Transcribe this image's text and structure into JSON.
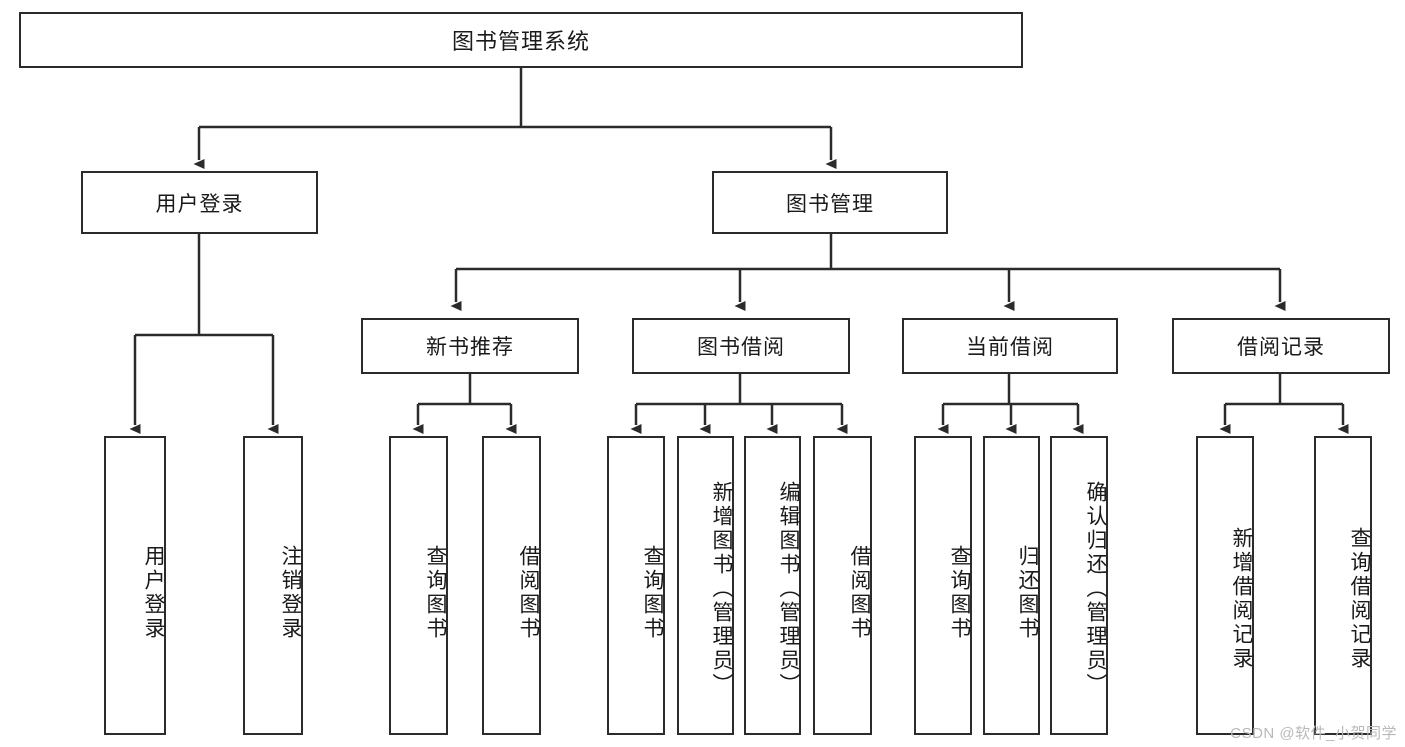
{
  "diagram": {
    "type": "hierarchy-tree",
    "title": "图书管理系统",
    "root": {
      "id": "root",
      "label": "图书管理系统"
    },
    "level1": [
      {
        "id": "user-login",
        "label": "用户登录"
      },
      {
        "id": "book-manage",
        "label": "图书管理"
      }
    ],
    "level2": [
      {
        "id": "new-book-recommend",
        "label": "新书推荐",
        "parent": "book-manage"
      },
      {
        "id": "book-borrow",
        "label": "图书借阅",
        "parent": "book-manage"
      },
      {
        "id": "current-borrow",
        "label": "当前借阅",
        "parent": "book-manage"
      },
      {
        "id": "borrow-record",
        "label": "借阅记录",
        "parent": "book-manage"
      }
    ],
    "leaves": [
      {
        "id": "leaf-user-login",
        "label": "用户登录",
        "parent": "user-login"
      },
      {
        "id": "leaf-logout",
        "label": "注销登录",
        "parent": "user-login"
      },
      {
        "id": "leaf-query-book-1",
        "label": "查询图书",
        "parent": "new-book-recommend"
      },
      {
        "id": "leaf-borrow-book-1",
        "label": "借阅图书",
        "parent": "new-book-recommend"
      },
      {
        "id": "leaf-query-book-2",
        "label": "查询图书",
        "parent": "book-borrow"
      },
      {
        "id": "leaf-add-book",
        "label": "新增图书（管理员）",
        "parent": "book-borrow"
      },
      {
        "id": "leaf-edit-book",
        "label": "编辑图书（管理员）",
        "parent": "book-borrow"
      },
      {
        "id": "leaf-borrow-book-2",
        "label": "借阅图书",
        "parent": "book-borrow"
      },
      {
        "id": "leaf-query-book-3",
        "label": "查询图书",
        "parent": "current-borrow"
      },
      {
        "id": "leaf-return-book",
        "label": "归还图书",
        "parent": "current-borrow"
      },
      {
        "id": "leaf-confirm-return",
        "label": "确认归还（管理员）",
        "parent": "current-borrow"
      },
      {
        "id": "leaf-add-record",
        "label": "新增借阅记录",
        "parent": "borrow-record"
      },
      {
        "id": "leaf-query-record",
        "label": "查询借阅记录",
        "parent": "borrow-record"
      }
    ],
    "colors": {
      "stroke": "#2b2b2b",
      "fill": "#ffffff",
      "text": "#1a1a1a",
      "watermark": "#b9b9b9"
    }
  },
  "watermark": {
    "text": "CSDN @软件_小贺同学"
  }
}
